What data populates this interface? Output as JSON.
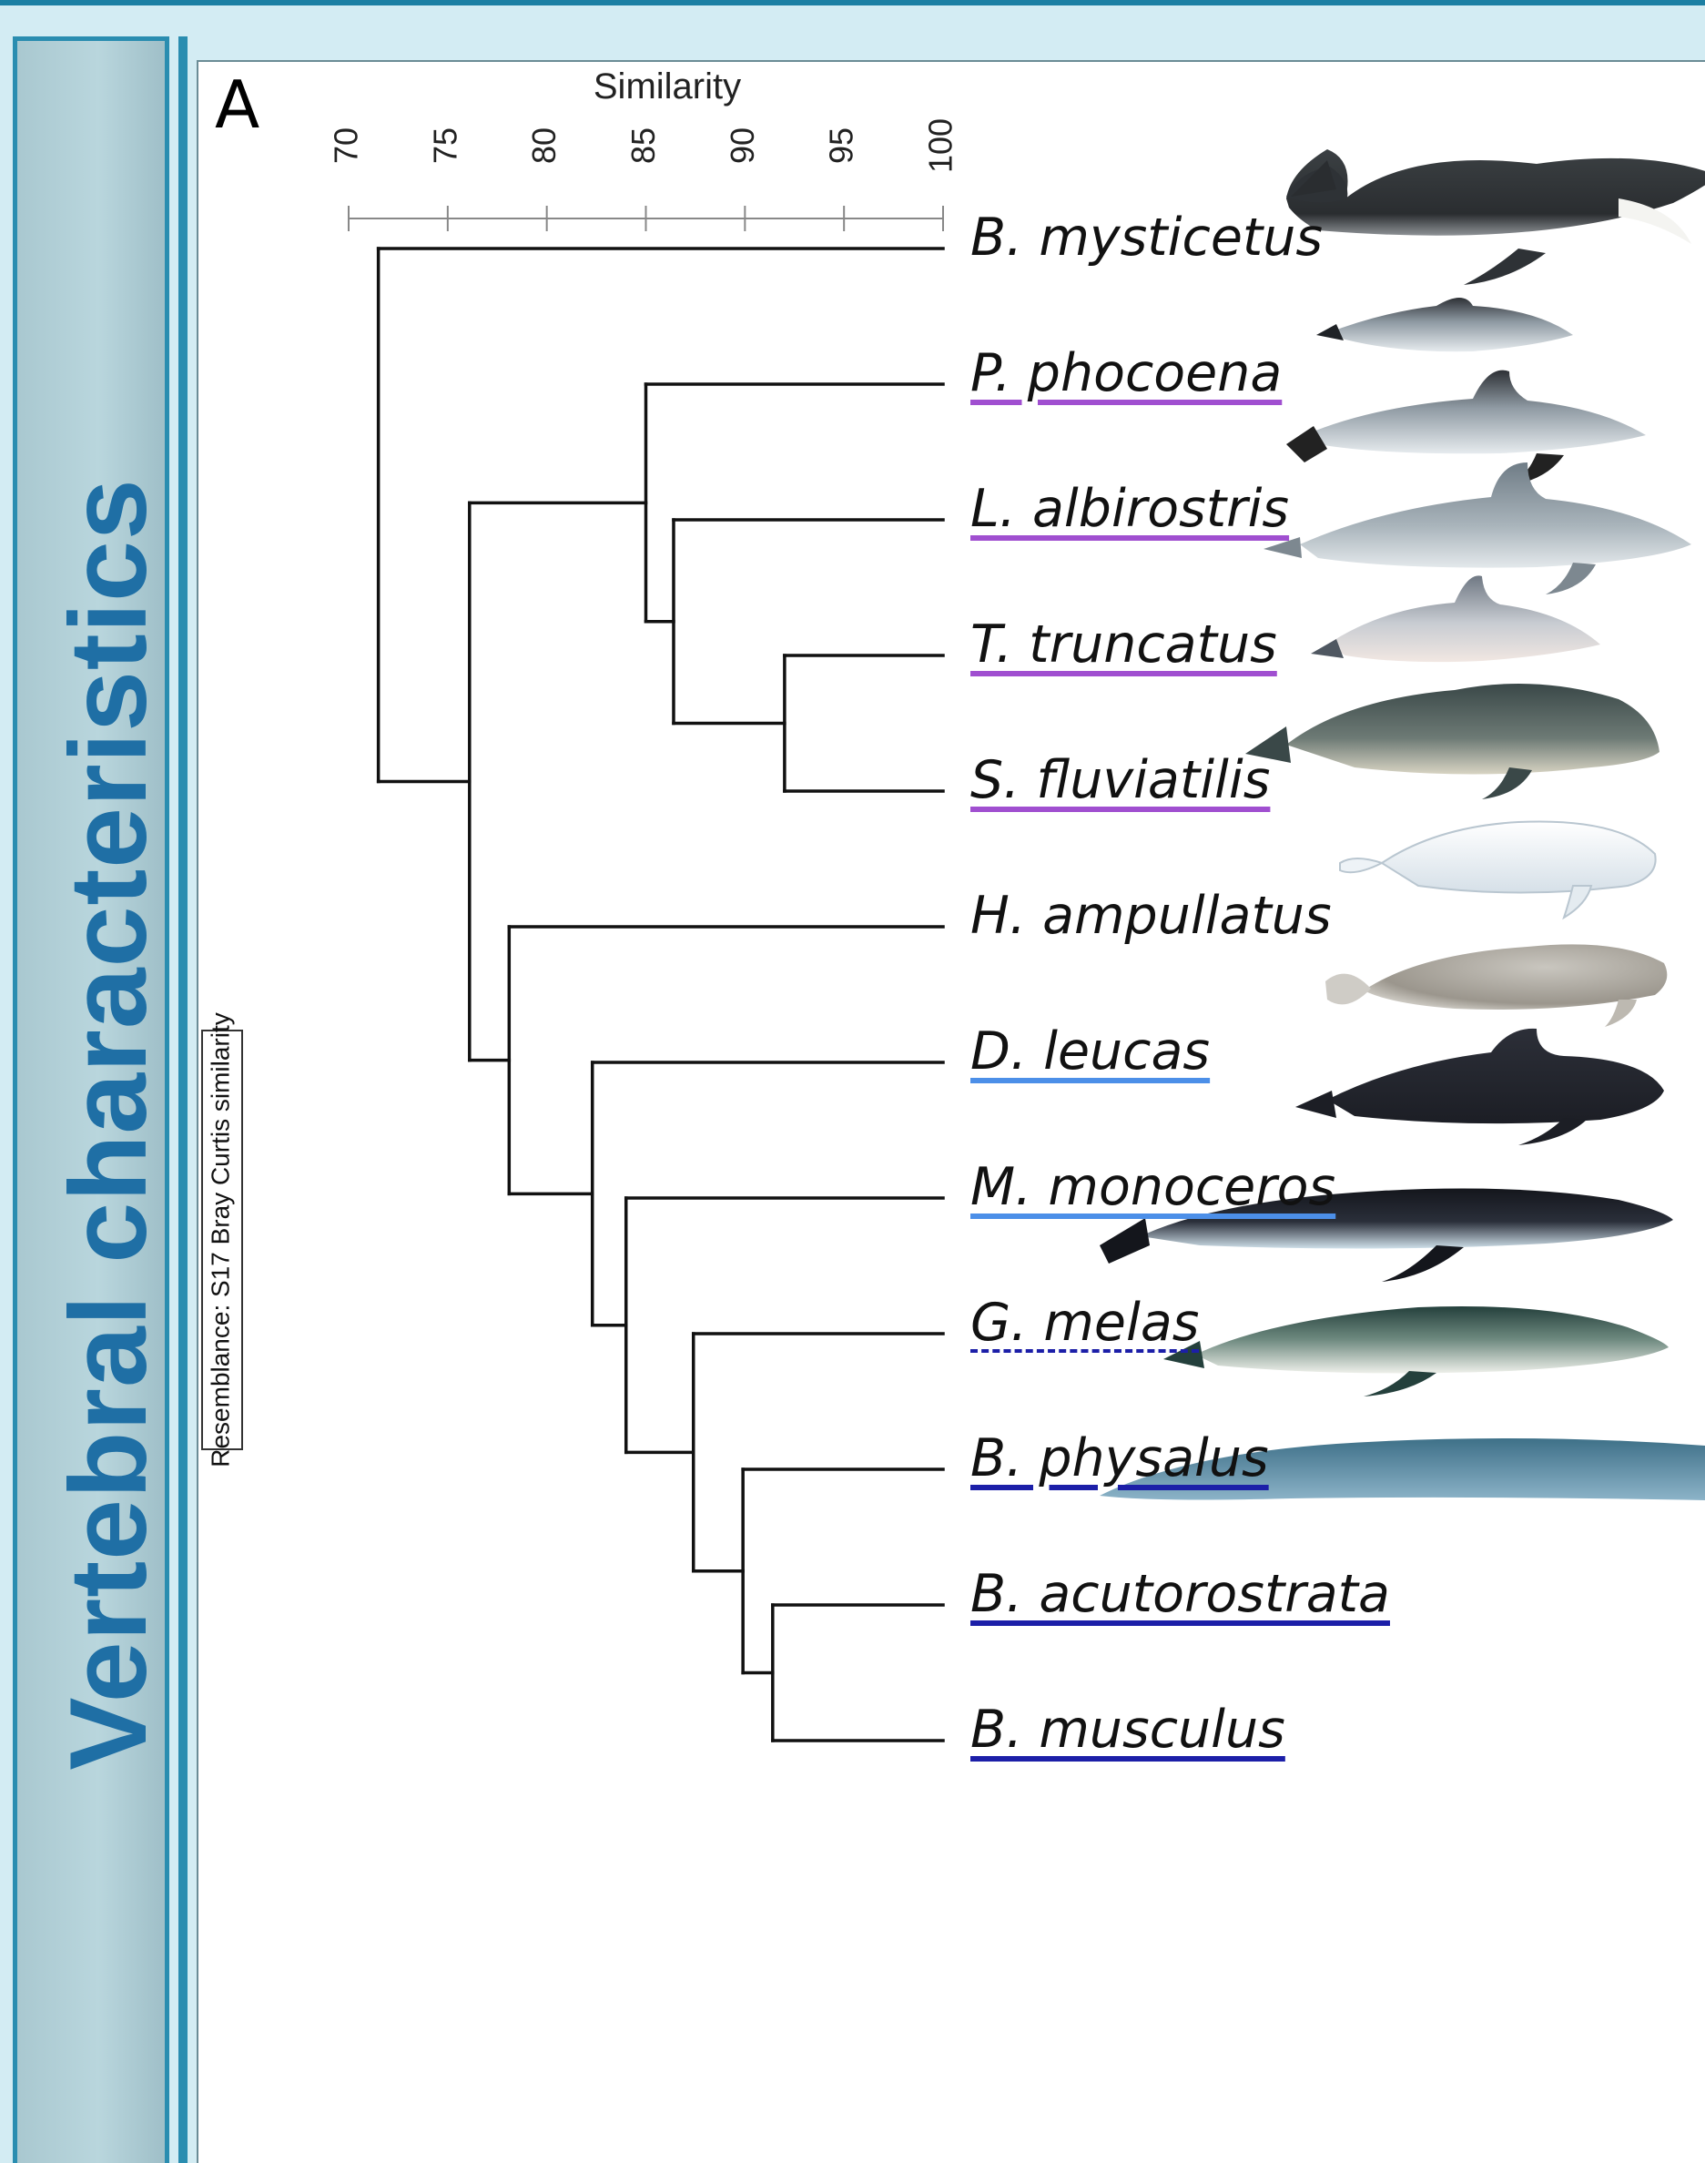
{
  "panel": {
    "letter": "A",
    "side_title": "Vertebral characteristics"
  },
  "axis": {
    "title": "Similarity",
    "ticks": [
      "70",
      "75",
      "80",
      "85",
      "90",
      "95",
      "100"
    ]
  },
  "resemblance_label": "Resemblance: S17 Bray Curtis similarity",
  "colors": {
    "panel_bg": "#ffffff",
    "frame_bg": "#d3ecf3",
    "accent_blue": "#2a8db0",
    "side_title": "#1f6fa5",
    "line": "#111111",
    "purple": "#a04fd0",
    "light_blue": "#4c8fe8",
    "dark_blue": "#1c1fa8"
  },
  "species": [
    {
      "name": "B. mysticetus",
      "underline": "none",
      "illustration": "bowhead-whale-icon"
    },
    {
      "name": "P. phocoena",
      "underline": "purple",
      "illustration": "harbour-porpoise-icon"
    },
    {
      "name": "L. albirostris",
      "underline": "purple",
      "illustration": "white-beaked-dolphin-icon"
    },
    {
      "name": "T. truncatus",
      "underline": "purple",
      "illustration": "bottlenose-dolphin-icon"
    },
    {
      "name": "S. fluviatilis",
      "underline": "purple",
      "illustration": "tucuxi-icon"
    },
    {
      "name": "H. ampullatus",
      "underline": "none",
      "illustration": "bottlenose-whale-icon"
    },
    {
      "name": "D. leucas",
      "underline": "light_blue",
      "illustration": "beluga-icon"
    },
    {
      "name": "M. monoceros",
      "underline": "light_blue",
      "illustration": "narwhal-icon"
    },
    {
      "name": "G. melas",
      "underline": "dark_blue_dashed",
      "illustration": "pilot-whale-icon"
    },
    {
      "name": "B. physalus",
      "underline": "dark_blue",
      "illustration": "fin-whale-icon"
    },
    {
      "name": "B. acutorostrata",
      "underline": "dark_blue",
      "illustration": "minke-whale-icon"
    },
    {
      "name": "B. musculus",
      "underline": "dark_blue",
      "illustration": "blue-whale-icon"
    }
  ],
  "chart_data": {
    "type": "dendrogram",
    "axis_range": [
      70,
      100
    ],
    "merges": [
      {
        "children": [
          "T. truncatus",
          "S. fluviatilis"
        ],
        "similarity": 92.0
      },
      {
        "children": [
          "L. albirostris",
          "T. truncatus + S. fluviatilis"
        ],
        "similarity": 86.4
      },
      {
        "children": [
          "P. phocoena",
          "L. albirostris + T. truncatus + S. fluviatilis"
        ],
        "similarity": 85.0
      },
      {
        "children": [
          "B. acutorostrata",
          "B. musculus"
        ],
        "similarity": 91.4
      },
      {
        "children": [
          "B. physalus",
          "B. acutorostrata + B. musculus"
        ],
        "similarity": 89.9
      },
      {
        "children": [
          "G. melas",
          "B. physalus + B. acutorostrata + B. musculus"
        ],
        "similarity": 87.4
      },
      {
        "children": [
          "M. monoceros",
          "G. melas + B. physalus + B. acutorostrata + B. musculus"
        ],
        "similarity": 84.0
      },
      {
        "children": [
          "D. leucas",
          "M. monoceros + G. melas + B. physalus + B. acutorostrata + B. musculus"
        ],
        "similarity": 82.3
      },
      {
        "children": [
          "H. ampullatus",
          "D. leucas + M. monoceros + G. melas + B. physalus + B. acutorostrata + B. musculus"
        ],
        "similarity": 78.1
      },
      {
        "children": [
          "P. phocoena + L. albirostris + T. truncatus + S. fluviatilis",
          "H. ampullatus + D. leucas + M. monoceros + G. melas + B. physalus + B. acutorostrata + B. musculus"
        ],
        "similarity": 76.1
      },
      {
        "children": [
          "B. mysticetus",
          "all other species"
        ],
        "similarity": 71.5
      }
    ]
  }
}
